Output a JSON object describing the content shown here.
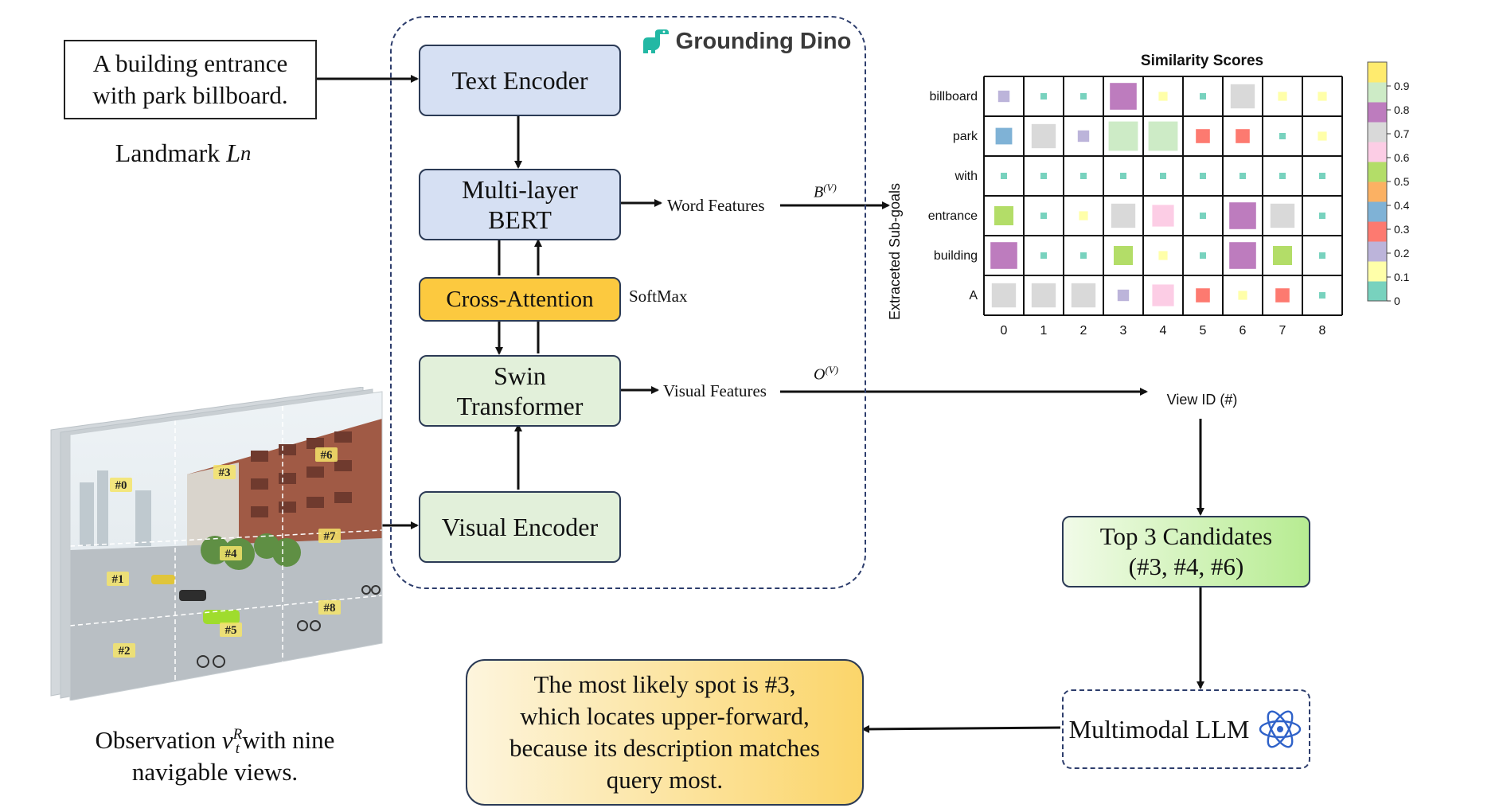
{
  "landmark": {
    "text_line1": "A building entrance",
    "text_line2": "with park billboard.",
    "caption_prefix": "Landmark ",
    "caption_symbol": "L",
    "caption_subscript": "n"
  },
  "grounding_dino": {
    "title": "Grounding Dino",
    "text_encoder": "Text Encoder",
    "bert_line1": "Multi-layer",
    "bert_line2": "BERT",
    "cross_attention": "Cross-Attention",
    "softmax": "SoftMax",
    "swin_line1": "Swin",
    "swin_line2": "Transformer",
    "visual_encoder": "Visual Encoder"
  },
  "features": {
    "word_features": "Word Features",
    "visual_features": "Visual Features",
    "word_symbol": "B",
    "word_superscript": "(V)",
    "visual_symbol": "O",
    "visual_superscript": "(V)"
  },
  "observation": {
    "view_labels": [
      "#0",
      "#1",
      "#2",
      "#3",
      "#4",
      "#5",
      "#6",
      "#7",
      "#8"
    ],
    "caption_prefix": "Observation ",
    "caption_symbol": "v",
    "caption_subscript": "t",
    "caption_superscript": "R",
    "caption_suffix": "with nine",
    "caption_line2": "navigable views."
  },
  "candidates": {
    "line1": "Top 3 Candidates",
    "line2": "(#3, #4, #6)"
  },
  "llm": {
    "label": "Multimodal LLM",
    "icon": "atom-icon"
  },
  "answer": {
    "line1": "The most likely spot is #3,",
    "line2": "which locates upper-forward,",
    "line3": "because its description matches",
    "line4": "query most."
  },
  "chart_data": {
    "type": "heatmap",
    "title": "Similarity Scores",
    "xlabel": "View ID (#)",
    "ylabel": "Extraceted Sub-goals",
    "x": [
      0,
      1,
      2,
      3,
      4,
      5,
      6,
      7,
      8
    ],
    "y": [
      "billboard",
      "park",
      "with",
      "entrance",
      "building",
      "A"
    ],
    "values": [
      [
        0.2,
        0.0,
        0.0,
        0.8,
        0.1,
        0.0,
        0.7,
        0.1,
        0.1
      ],
      [
        0.4,
        0.7,
        0.2,
        0.9,
        0.9,
        0.3,
        0.3,
        0.0,
        0.1
      ],
      [
        0.0,
        0.0,
        0.0,
        0.0,
        0.0,
        0.0,
        0.0,
        0.0,
        0.0
      ],
      [
        0.5,
        0.0,
        0.1,
        0.7,
        0.6,
        0.0,
        0.8,
        0.7,
        0.0
      ],
      [
        0.8,
        0.0,
        0.0,
        0.5,
        0.1,
        0.0,
        0.8,
        0.5,
        0.0
      ],
      [
        0.7,
        0.7,
        0.7,
        0.2,
        0.6,
        0.3,
        0.1,
        0.3,
        0.0
      ]
    ],
    "colorbar": {
      "range": [
        0,
        1
      ],
      "tick_labels": [
        "0",
        "0.1",
        "0.2",
        "0.3",
        "0.4",
        "0.5",
        "0.6",
        "0.7",
        "0.8",
        "0.9"
      ],
      "colors": [
        "#78d2be",
        "#ffffa9",
        "#bcb4da",
        "#fd7a70",
        "#7fb2d6",
        "#fbb163",
        "#b3dd68",
        "#fccde5",
        "#d9d9d9",
        "#bd7cbe",
        "#cdebc6",
        "#ffeb6e"
      ]
    },
    "grid": true
  }
}
